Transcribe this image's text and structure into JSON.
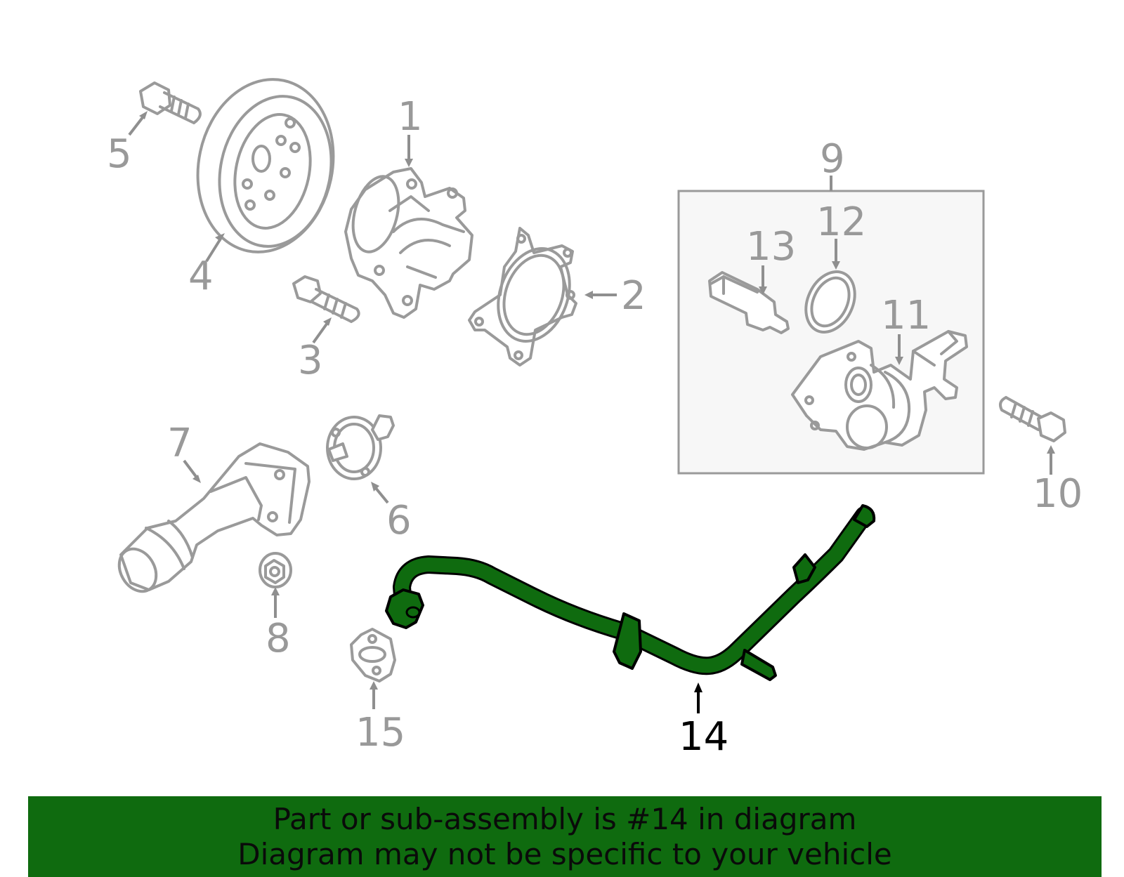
{
  "callouts": {
    "c1": "1",
    "c2": "2",
    "c3": "3",
    "c4": "4",
    "c5": "5",
    "c6": "6",
    "c7": "7",
    "c8": "8",
    "c9": "9",
    "c10": "10",
    "c11": "11",
    "c12": "12",
    "c13": "13",
    "c14": "14",
    "c15": "15"
  },
  "highlight": {
    "part_number": "14",
    "color": "#0f6b0f"
  },
  "banner": {
    "line1": "Part or sub-assembly is #14 in diagram",
    "line2": "Diagram may not be specific to your vehicle"
  }
}
